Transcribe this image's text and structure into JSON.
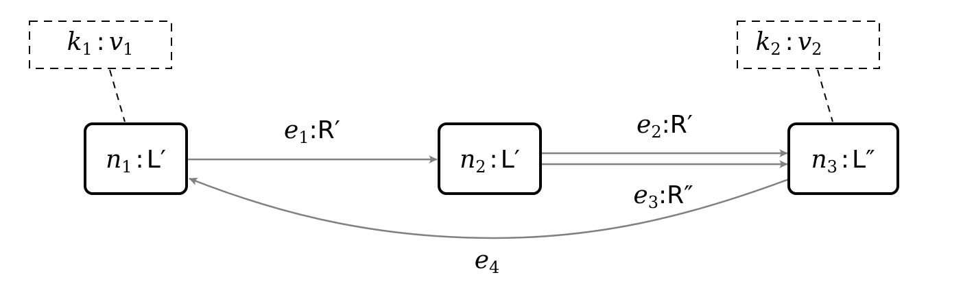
{
  "colors": {
    "node_border": "#000000",
    "edge": "#808080",
    "annotation_border": "#000000",
    "background": "#ffffff"
  },
  "annotations": [
    {
      "id": "a1",
      "key": "k",
      "key_sub": "1",
      "value": "v",
      "value_sub": "1",
      "style": "dashed",
      "attached_to": "n1"
    },
    {
      "id": "a2",
      "key": "k",
      "key_sub": "2",
      "value": "v",
      "value_sub": "2",
      "style": "dashed",
      "attached_to": "n3"
    }
  ],
  "nodes": [
    {
      "id": "n1",
      "name": "n",
      "sub": "1",
      "label": "L′"
    },
    {
      "id": "n2",
      "name": "n",
      "sub": "2",
      "label": "L′"
    },
    {
      "id": "n3",
      "name": "n",
      "sub": "3",
      "label": "L″"
    }
  ],
  "edges": [
    {
      "id": "e1",
      "name": "e",
      "sub": "1",
      "label": "R′",
      "from": "n1",
      "to": "n2"
    },
    {
      "id": "e2",
      "name": "e",
      "sub": "2",
      "label": "R′",
      "from": "n2",
      "to": "n3"
    },
    {
      "id": "e3",
      "name": "e",
      "sub": "3",
      "label": "R″",
      "from": "n2",
      "to": "n3"
    },
    {
      "id": "e4",
      "name": "e",
      "sub": "4",
      "label": "",
      "from": "n3",
      "to": "n1"
    }
  ]
}
